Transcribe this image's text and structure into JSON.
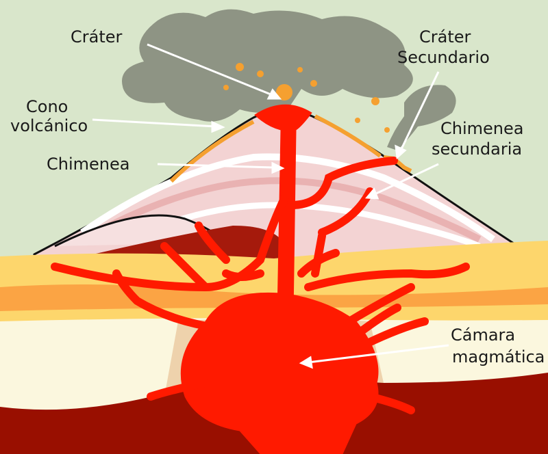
{
  "diagram": {
    "title_hidden": null,
    "labels": {
      "crater": "Cráter",
      "cone_line1": "Cono",
      "cone_line2": "volcánico",
      "chimney": "Chimenea",
      "secondary_crater_line1": "Cráter",
      "secondary_crater_line2": "Secundario",
      "secondary_chimney_line1": "Chimenea",
      "secondary_chimney_line2": "secundaria",
      "chamber_line1": "Cámara",
      "chamber_line2": "magmática"
    },
    "colors": {
      "sky": "#d9e6cb",
      "smoke": "#8e9484",
      "magma": "#ff1a00",
      "deep_rock": "#990f00",
      "yellow_layer": "#fdd66c",
      "orange_layer": "#fba444",
      "cream_layer": "#fbf7de",
      "cone": "#f3d3d3"
    }
  }
}
